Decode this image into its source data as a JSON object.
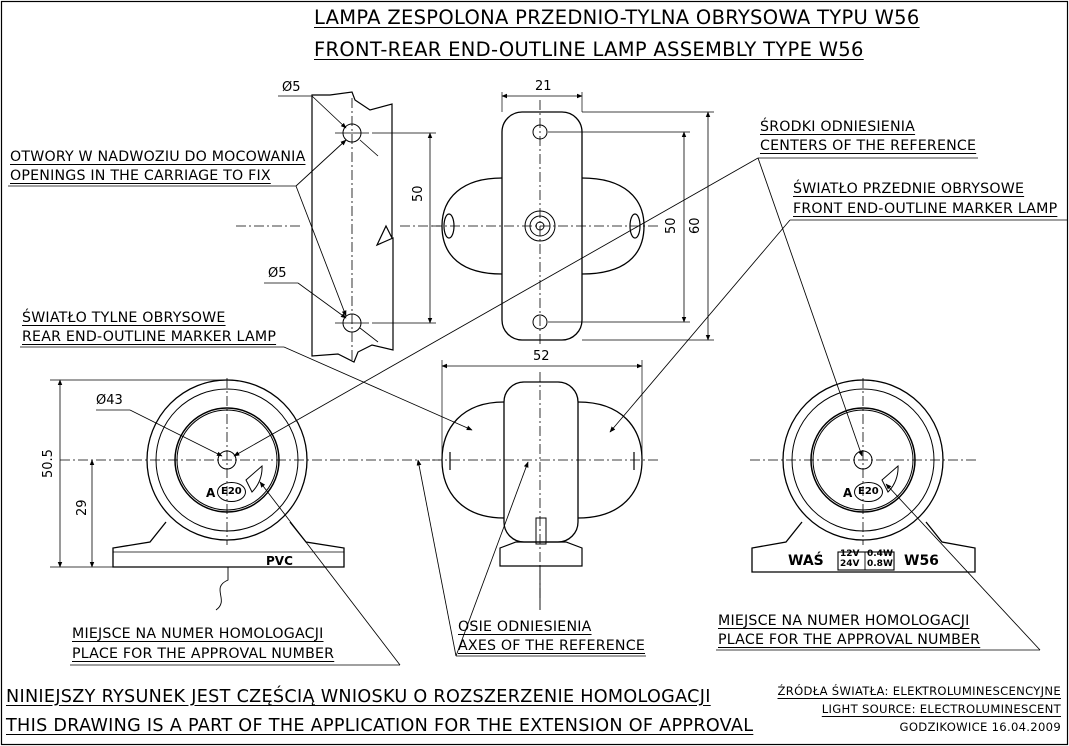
{
  "title": {
    "line1": "LAMPA ZESPOLONA PRZEDNIO-TYLNA OBRYSOWA TYPU W56",
    "line2": "FRONT-REAR END-OUTLINE LAMP ASSEMBLY TYPE W56"
  },
  "callouts": {
    "openings_pl": "OTWORY W NADWOZIU DO MOCOWANIA",
    "openings_en": "OPENINGS IN THE CARRIAGE TO FIX",
    "centers_pl": "ŚRODKI ODNIESIENIA",
    "centers_en": "CENTERS OF THE REFERENCE",
    "front_pl": "ŚWIATŁO PRZEDNIE OBRYSOWE",
    "front_en": "FRONT END-OUTLINE MARKER LAMP",
    "rear_pl": "ŚWIATŁO TYLNE OBRYSOWE",
    "rear_en": "REAR END-OUTLINE MARKER LAMP",
    "approval_left_pl": "MIEJSCE NA NUMER HOMOLOGACJI",
    "approval_left_en": "PLACE FOR THE APPROVAL NUMBER",
    "axes_pl": "OSIE ODNIESIENIA",
    "axes_en": "AXES OF THE REFERENCE",
    "approval_right_pl": "MIEJSCE NA NUMER HOMOLOGACJI",
    "approval_right_en": "PLACE FOR THE APPROVAL NUMBER"
  },
  "dimensions": {
    "hole_top": "Ø5",
    "hole_bottom": "Ø5",
    "hole_spacing": "50",
    "base_width": "21",
    "base_hole_spacing": "50",
    "base_length": "60",
    "body_width": "52",
    "lens_diameter": "Ø43",
    "height_total": "50.5",
    "height_axis": "29"
  },
  "markings": {
    "base_material": "PVC",
    "brand": "WAŚ",
    "voltage_12": "12V",
    "voltage_24": "24V",
    "power_12": "0.4W",
    "power_24": "0.8W",
    "model": "W56",
    "e_mark": "E20",
    "e_mark_prefix": "A"
  },
  "footer": {
    "note_pl": "NINIEJSZY RYSUNEK JEST CZĘŚCIĄ WNIOSKU O  ROZSZERZENIE  HOMOLOGACJI",
    "note_en": "THIS DRAWING IS A PART OF THE APPLICATION FOR THE EXTENSION OF APPROVAL",
    "source_pl": "ŹRÓDŁA ŚWIATŁA: ELEKTROLUMINESCENCYJNE",
    "source_en": "LIGHT SOURCE: ELECTROLUMINESCENT",
    "place_date": "GODZIKOWICE 16.04.2009"
  }
}
